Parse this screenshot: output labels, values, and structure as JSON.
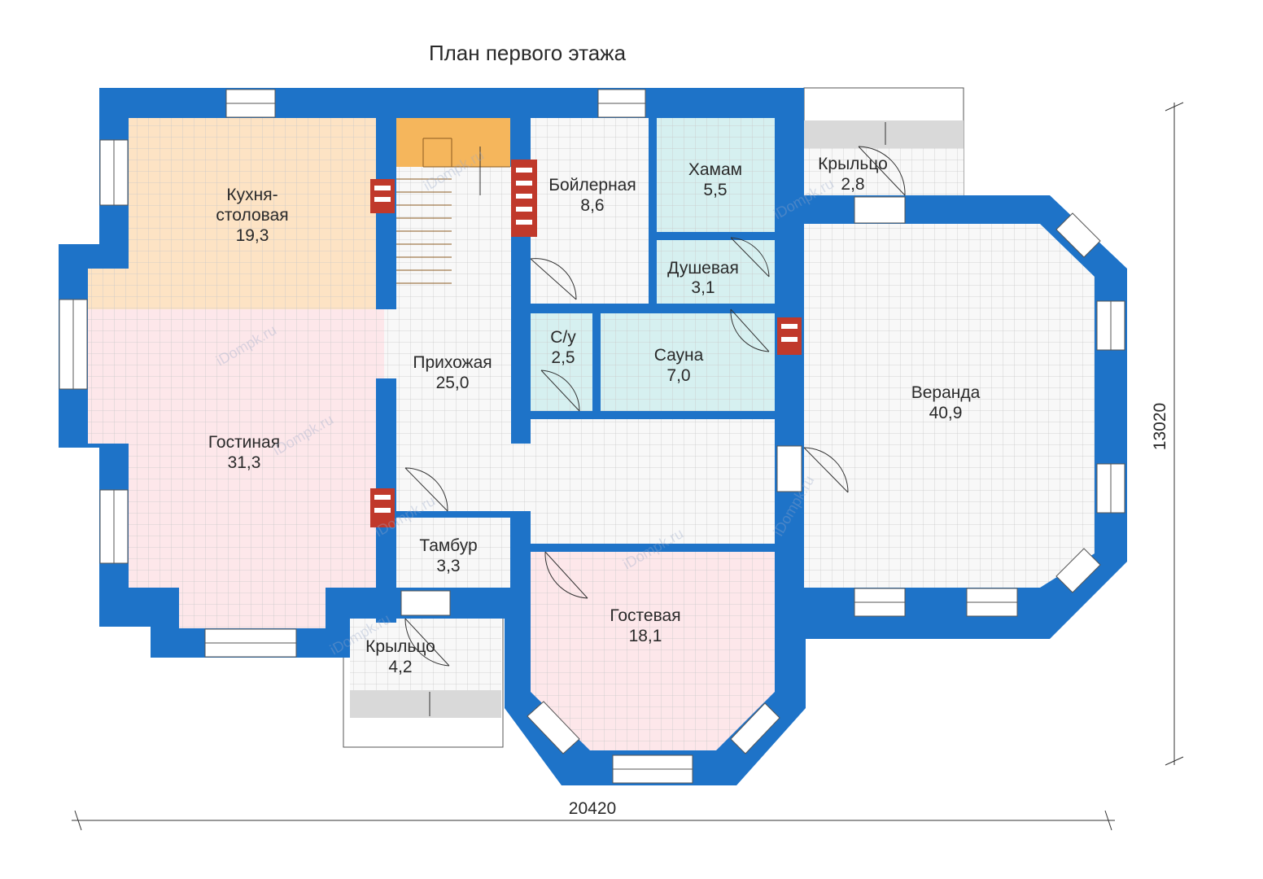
{
  "title": "План первого этажа",
  "colors": {
    "wall": "#1e73c8",
    "kitchen": "#fde3c4",
    "living": "#fde7ea",
    "guest": "#fde7ea",
    "wet": "#d6f0f0",
    "floor": "#f8f8f8",
    "stairs": "#f5b65c",
    "chimney": "#c0392b"
  },
  "rooms": [
    {
      "id": "kitchen",
      "name_line1": "Кухня-",
      "name_line2": "столовая",
      "area": "19,3"
    },
    {
      "id": "living",
      "name_line1": "Гостиная",
      "name_line2": "",
      "area": "31,3"
    },
    {
      "id": "hall",
      "name_line1": "Прихожая",
      "name_line2": "",
      "area": "25,0"
    },
    {
      "id": "boiler",
      "name_line1": "Бойлерная",
      "name_line2": "",
      "area": "8,6"
    },
    {
      "id": "hamam",
      "name_line1": "Хамам",
      "name_line2": "",
      "area": "5,5"
    },
    {
      "id": "shower",
      "name_line1": "Душевая",
      "name_line2": "",
      "area": "3,1"
    },
    {
      "id": "wc",
      "name_line1": "С/у",
      "name_line2": "",
      "area": "2,5"
    },
    {
      "id": "sauna",
      "name_line1": "Сауна",
      "name_line2": "",
      "area": "7,0"
    },
    {
      "id": "veranda",
      "name_line1": "Веранда",
      "name_line2": "",
      "area": "40,9"
    },
    {
      "id": "vestibule",
      "name_line1": "Тамбур",
      "name_line2": "",
      "area": "3,3"
    },
    {
      "id": "guest",
      "name_line1": "Гостевая",
      "name_line2": "",
      "area": "18,1"
    },
    {
      "id": "porch_bottom",
      "name_line1": "Крыльцо",
      "name_line2": "",
      "area": "4,2"
    },
    {
      "id": "porch_top",
      "name_line1": "Крыльцо",
      "name_line2": "",
      "area": "2,8"
    }
  ],
  "dimensions": {
    "width": "20420",
    "height": "13020"
  },
  "watermark": "iDompk.ru"
}
